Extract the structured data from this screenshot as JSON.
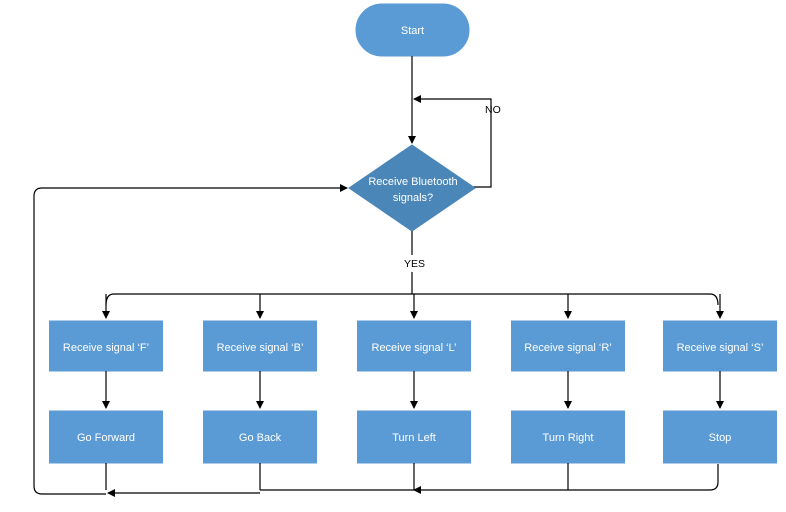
{
  "start_label": "Start",
  "decision": {
    "line1": "Receive Bluetooth",
    "line2": "signals?",
    "no_label": "NO",
    "yes_label": "YES"
  },
  "signals": [
    {
      "signal": "Receive signal ‘F’",
      "action": "Go Forward"
    },
    {
      "signal": "Receive signal ‘B’",
      "action": "Go Back"
    },
    {
      "signal": "Receive signal ‘L’",
      "action": "Turn Left"
    },
    {
      "signal": "Receive signal ‘R’",
      "action": "Turn Right"
    },
    {
      "signal": "Receive signal ‘S’",
      "action": "Stop"
    }
  ],
  "colors": {
    "box": "#5b9bd5",
    "diamond": "#4a86b8",
    "line": "#000000"
  }
}
